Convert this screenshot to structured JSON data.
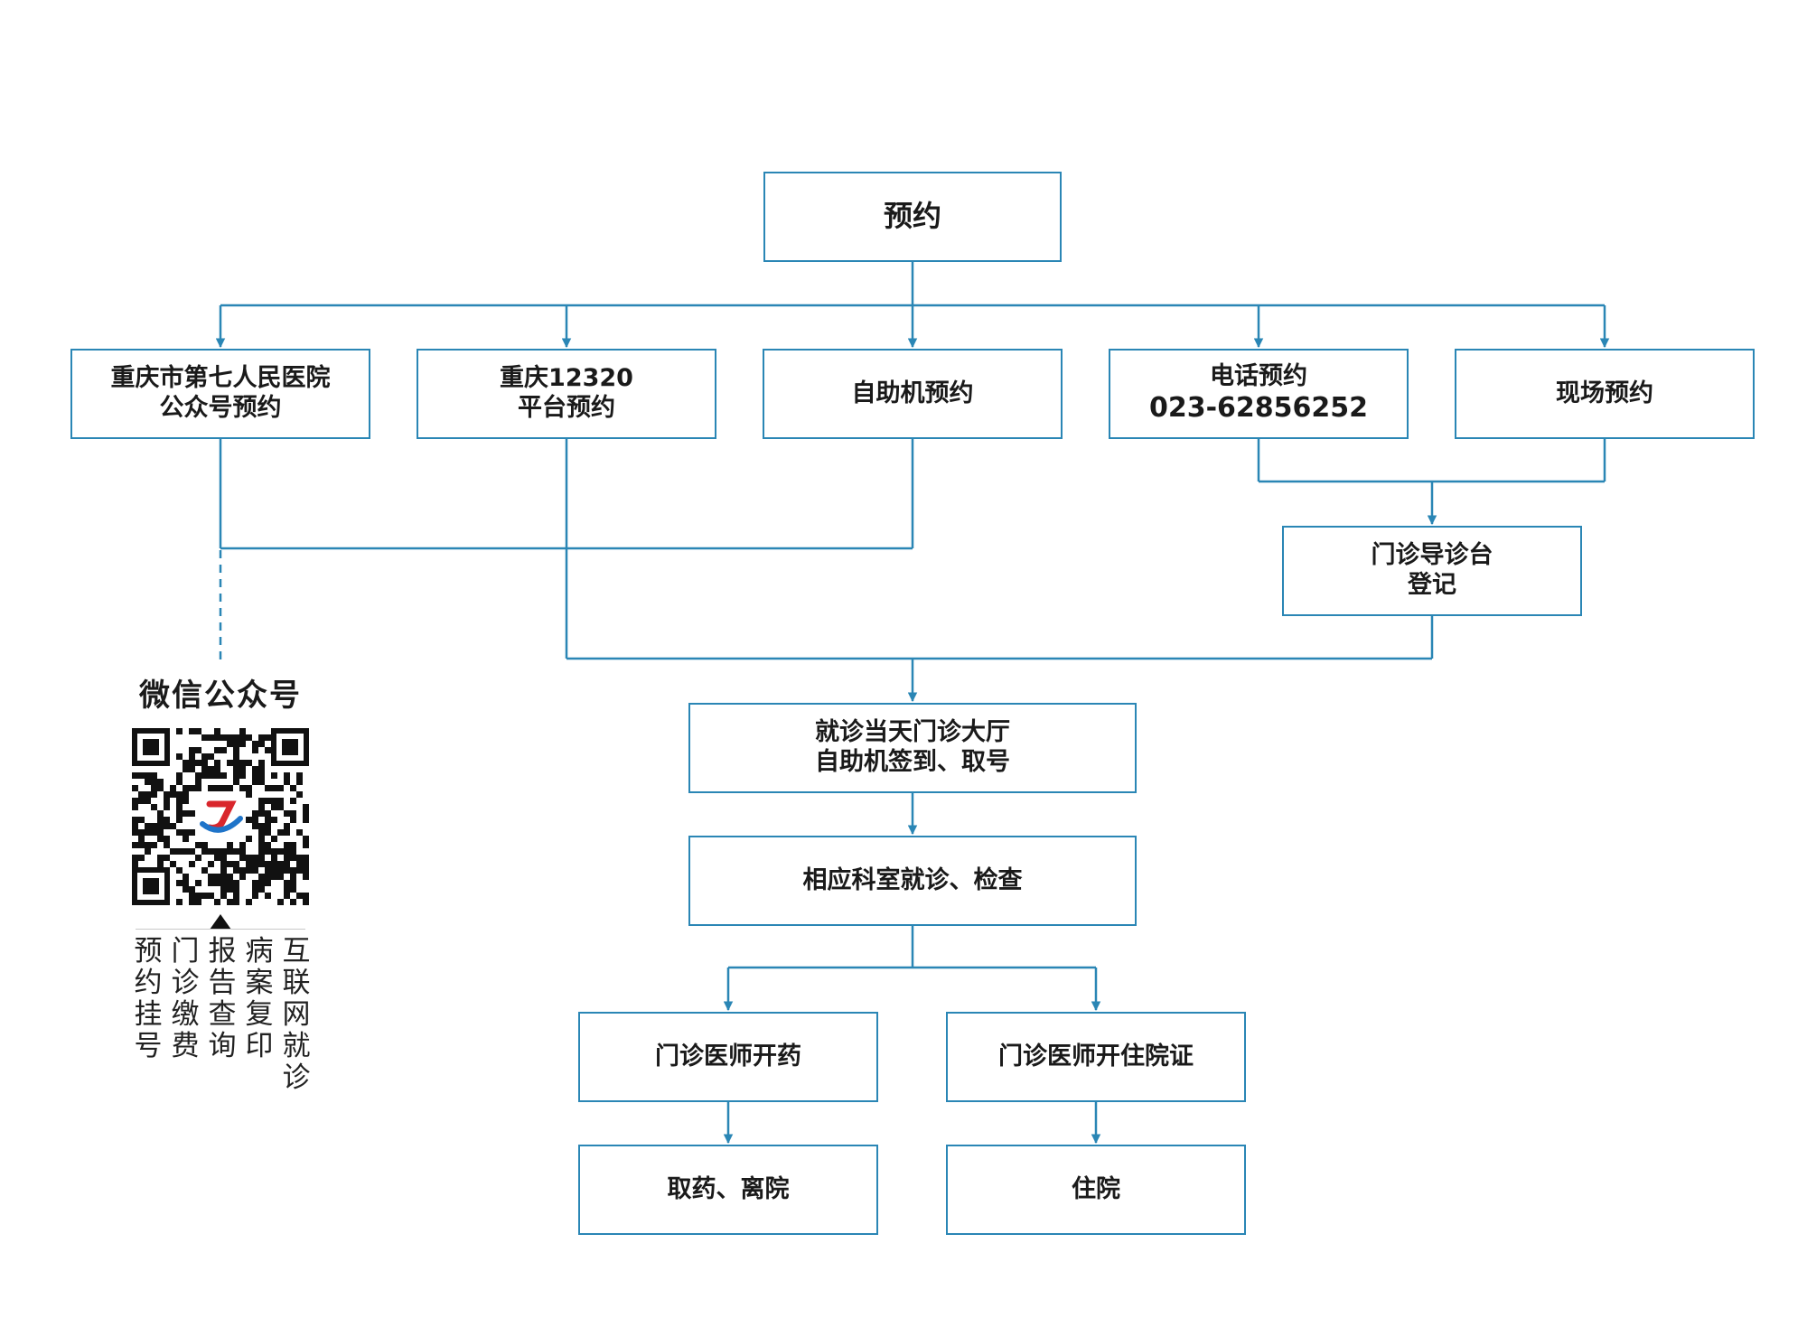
{
  "nodes": {
    "reserve": "预约",
    "wechat_reserve": [
      "重庆市第七人民医院",
      "公众号预约"
    ],
    "platform_12320": [
      "重庆12320",
      "平台预约"
    ],
    "kiosk_reserve": "自助机预约",
    "phone_reserve": [
      "电话预约",
      "023-62856252"
    ],
    "onsite_reserve": "现场预约",
    "guide_desk": [
      "门诊导诊台",
      "登记"
    ],
    "checkin": [
      "就诊当天门诊大厅",
      "自助机签到、取号"
    ],
    "visit": "相应科室就诊、检查",
    "prescribe": "门诊医师开药",
    "admission_cert": "门诊医师开住院证",
    "pickup": "取药、离院",
    "hospitalize": "住院"
  },
  "wechat": {
    "title": "微信公众号",
    "features": [
      "预约挂号",
      "门诊缴费",
      "报告查询",
      "病案复印",
      "互联网就诊"
    ]
  },
  "colors": {
    "line": "#2a86b5",
    "box_border": "#2a86b5",
    "logo_red": "#d9262c",
    "logo_blue": "#1f74c9"
  }
}
